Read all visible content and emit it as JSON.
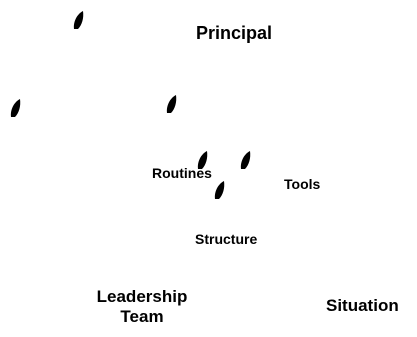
{
  "diagram": {
    "labels": {
      "principal": "Principal",
      "routines": "Routines",
      "tools": "Tools",
      "structure": "Structure",
      "leadership_line1": "Leadership",
      "leadership_line2": "Team",
      "situation": "Situation"
    },
    "colors": {
      "text": "#000000",
      "marker": "#000000",
      "background": "#ffffff"
    },
    "marker_icon": "leaf-shaped-bullet-icon"
  }
}
